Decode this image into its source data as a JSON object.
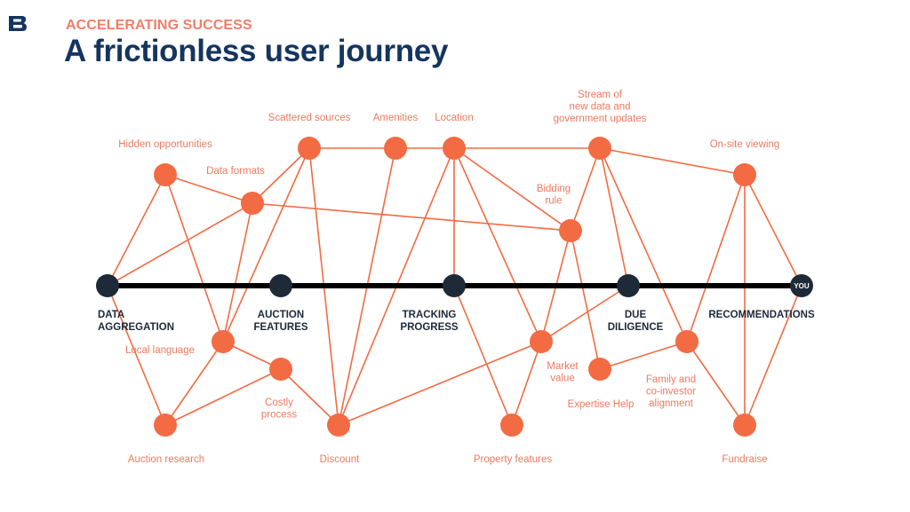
{
  "header": {
    "logo": "B",
    "eyebrow": "ACCELERATING SUCCESS",
    "title": "A frictionless user journey"
  },
  "colors": {
    "accent": "#f26b43",
    "label": "#ee7a5f",
    "stage": "#1e2a38",
    "title": "#15355f",
    "timeline": "#000000"
  },
  "stages": [
    {
      "id": "data-aggregation",
      "label": [
        "DATA",
        "AGGREGATION"
      ]
    },
    {
      "id": "auction-features",
      "label": [
        "AUCTION",
        "FEATURES"
      ]
    },
    {
      "id": "tracking-progress",
      "label": [
        "TRACKING",
        "PROGRESS"
      ]
    },
    {
      "id": "due-diligence",
      "label": [
        "DUE",
        "DILIGENCE"
      ]
    },
    {
      "id": "you",
      "label": [
        "RECOMMENDATIONS"
      ],
      "badge": "YOU"
    }
  ],
  "nodes": [
    {
      "id": "hidden-opportunities",
      "label": [
        "Hidden opportunities"
      ]
    },
    {
      "id": "data-formats",
      "label": [
        "Data formats"
      ]
    },
    {
      "id": "scattered-sources",
      "label": [
        "Scattered sources"
      ]
    },
    {
      "id": "amenities",
      "label": [
        "Amenities"
      ]
    },
    {
      "id": "location",
      "label": [
        "Location"
      ]
    },
    {
      "id": "stream",
      "label": [
        "Stream of",
        "new data and",
        "government updates"
      ]
    },
    {
      "id": "on-site-viewing",
      "label": [
        "On-site viewing"
      ]
    },
    {
      "id": "bidding-rule",
      "label": [
        "Bidding",
        "rule"
      ]
    },
    {
      "id": "local-language",
      "label": [
        "Local language"
      ]
    },
    {
      "id": "costly-process",
      "label": [
        "Costly",
        "process"
      ]
    },
    {
      "id": "auction-research",
      "label": [
        "Auction research"
      ]
    },
    {
      "id": "discount",
      "label": [
        "Discount"
      ]
    },
    {
      "id": "market-value",
      "label": [
        "Market",
        "value"
      ]
    },
    {
      "id": "property-features",
      "label": [
        "Property features"
      ]
    },
    {
      "id": "expertise-help",
      "label": [
        "Expertise Help"
      ]
    },
    {
      "id": "family-alignment",
      "label": [
        "Family and",
        "co-investor",
        "alignment"
      ]
    },
    {
      "id": "fundraise",
      "label": [
        "Fundraise"
      ]
    }
  ],
  "edges": [
    [
      "data-aggregation",
      "hidden-opportunities"
    ],
    [
      "data-aggregation",
      "data-formats"
    ],
    [
      "data-aggregation",
      "auction-research"
    ],
    [
      "hidden-opportunities",
      "data-formats"
    ],
    [
      "hidden-opportunities",
      "local-language"
    ],
    [
      "data-formats",
      "scattered-sources"
    ],
    [
      "data-formats",
      "local-language"
    ],
    [
      "data-formats",
      "bidding-rule"
    ],
    [
      "scattered-sources",
      "local-language"
    ],
    [
      "scattered-sources",
      "amenities"
    ],
    [
      "scattered-sources",
      "discount"
    ],
    [
      "amenities",
      "location"
    ],
    [
      "amenities",
      "discount"
    ],
    [
      "location",
      "discount"
    ],
    [
      "location",
      "tracking-progress"
    ],
    [
      "location",
      "market-value"
    ],
    [
      "location",
      "bidding-rule"
    ],
    [
      "location",
      "stream"
    ],
    [
      "tracking-progress",
      "property-features"
    ],
    [
      "discount",
      "market-value"
    ],
    [
      "market-value",
      "property-features"
    ],
    [
      "market-value",
      "bidding-rule"
    ],
    [
      "market-value",
      "due-diligence"
    ],
    [
      "costly-process",
      "discount"
    ],
    [
      "local-language",
      "auction-research"
    ],
    [
      "local-language",
      "costly-process"
    ],
    [
      "costly-process",
      "auction-research"
    ],
    [
      "stream",
      "bidding-rule"
    ],
    [
      "stream",
      "due-diligence"
    ],
    [
      "stream",
      "family-alignment"
    ],
    [
      "stream",
      "on-site-viewing"
    ],
    [
      "bidding-rule",
      "expertise-help"
    ],
    [
      "expertise-help",
      "family-alignment"
    ],
    [
      "on-site-viewing",
      "family-alignment"
    ],
    [
      "on-site-viewing",
      "fundraise"
    ],
    [
      "on-site-viewing",
      "you"
    ],
    [
      "family-alignment",
      "fundraise"
    ],
    [
      "you",
      "fundraise"
    ]
  ]
}
